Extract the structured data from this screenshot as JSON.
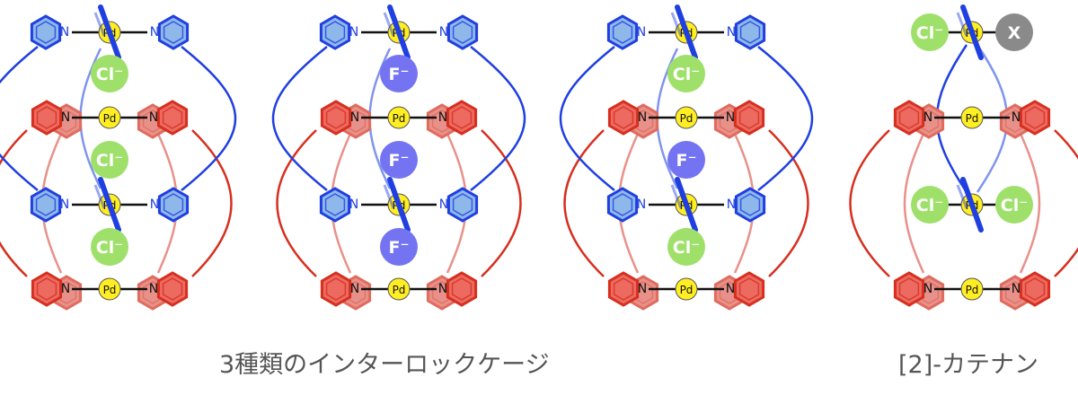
{
  "captions": {
    "interlocked_cages": "3種類のインターロックケージ",
    "catenane": "[2]-カテナン"
  },
  "labels": {
    "metal": "Pd",
    "nitrogen": "N",
    "chloride": "Cl⁻",
    "fluoride": "F⁻",
    "vacant_site": "X"
  },
  "structures": [
    {
      "id": "cage-1",
      "guests": [
        "chloride",
        "chloride",
        "chloride"
      ]
    },
    {
      "id": "cage-2",
      "guests": [
        "fluoride",
        "fluoride",
        "fluoride"
      ]
    },
    {
      "id": "cage-3",
      "guests": [
        "chloride",
        "fluoride",
        "chloride"
      ]
    },
    {
      "id": "catenane",
      "top": [
        "chloride",
        "vacant_site"
      ],
      "middle": [
        "chloride",
        "chloride"
      ]
    }
  ],
  "colors": {
    "blue_ligand": "#1f3fe0",
    "blue_fill": "#8fb8ea",
    "red_ligand": "#d62f1f",
    "red_fill": "#ec6a60",
    "red_back": "#e8918a",
    "pd_fill": "#ffee22",
    "chloride_fill": "#9ee06a",
    "fluoride_fill": "#7474f2",
    "vacant_fill": "#8a8a8a"
  }
}
